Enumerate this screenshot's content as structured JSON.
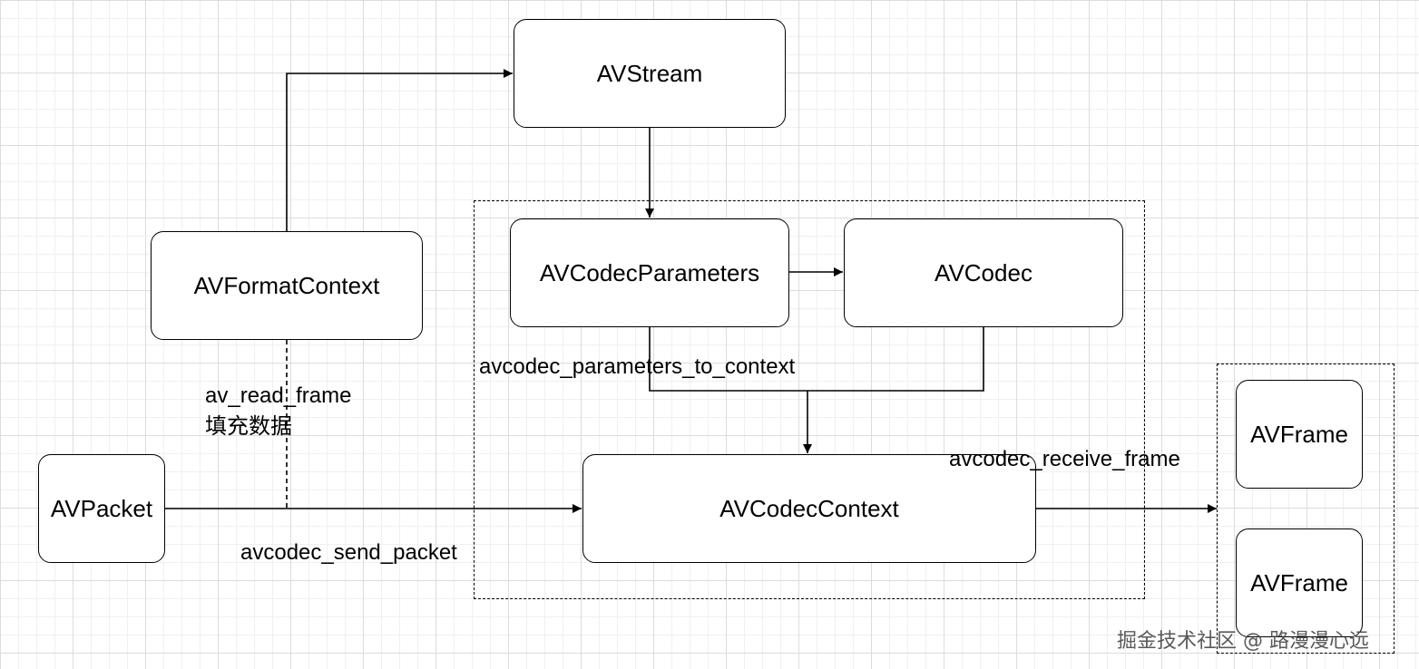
{
  "nodes": {
    "avstream": "AVStream",
    "avformatcontext": "AVFormatContext",
    "avcodecparameters": "AVCodecParameters",
    "avcodec": "AVCodec",
    "avpacket": "AVPacket",
    "avcodeccontext": "AVCodecContext",
    "avframe_1": "AVFrame",
    "avframe_2": "AVFrame"
  },
  "labels": {
    "read_frame": "av_read_frame",
    "fill_data": "填充数据",
    "params_to_context": "avcodec_parameters_to_context",
    "receive_frame": "avcodec_receive_frame",
    "send_packet": "avcodec_send_packet"
  },
  "watermark": "掘金技术社区 @ 路漫漫心远"
}
